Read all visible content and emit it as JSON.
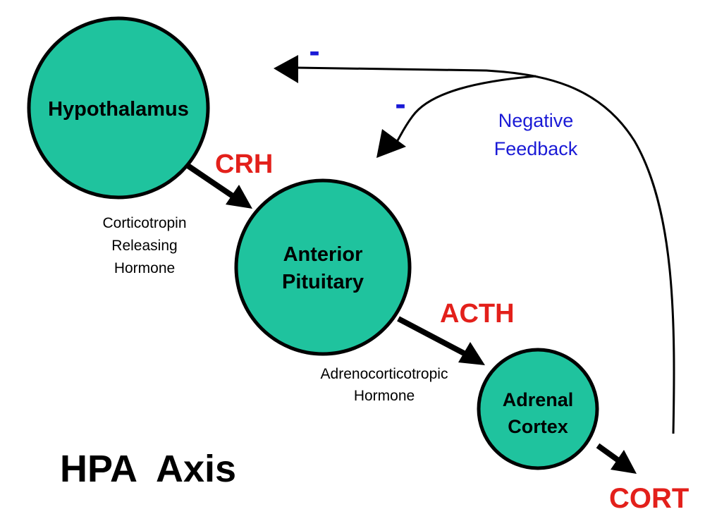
{
  "colors": {
    "node_fill": "#1fc39e",
    "node_stroke": "#000000",
    "hormone_text": "#e3201b",
    "feedback_text": "#1a1ad6",
    "arrow": "#000000"
  },
  "nodes": {
    "hypothalamus": {
      "label": "Hypothalamus"
    },
    "anterior_pituitary": {
      "line1": "Anterior",
      "line2": "Pituitary"
    },
    "adrenal_cortex": {
      "line1": "Adrenal",
      "line2": "Cortex"
    }
  },
  "hormones": {
    "crh": {
      "abbr": "CRH",
      "full_line1": "Corticotropin",
      "full_line2": "Releasing",
      "full_line3": "Hormone"
    },
    "acth": {
      "abbr": "ACTH",
      "full_line1": "Adrenocorticotropic",
      "full_line2": "Hormone"
    },
    "cort": {
      "abbr": "CORT"
    }
  },
  "feedback": {
    "line1": "Negative",
    "line2": "Feedback",
    "minus_sign": "-"
  },
  "title": "HPA  Axis"
}
